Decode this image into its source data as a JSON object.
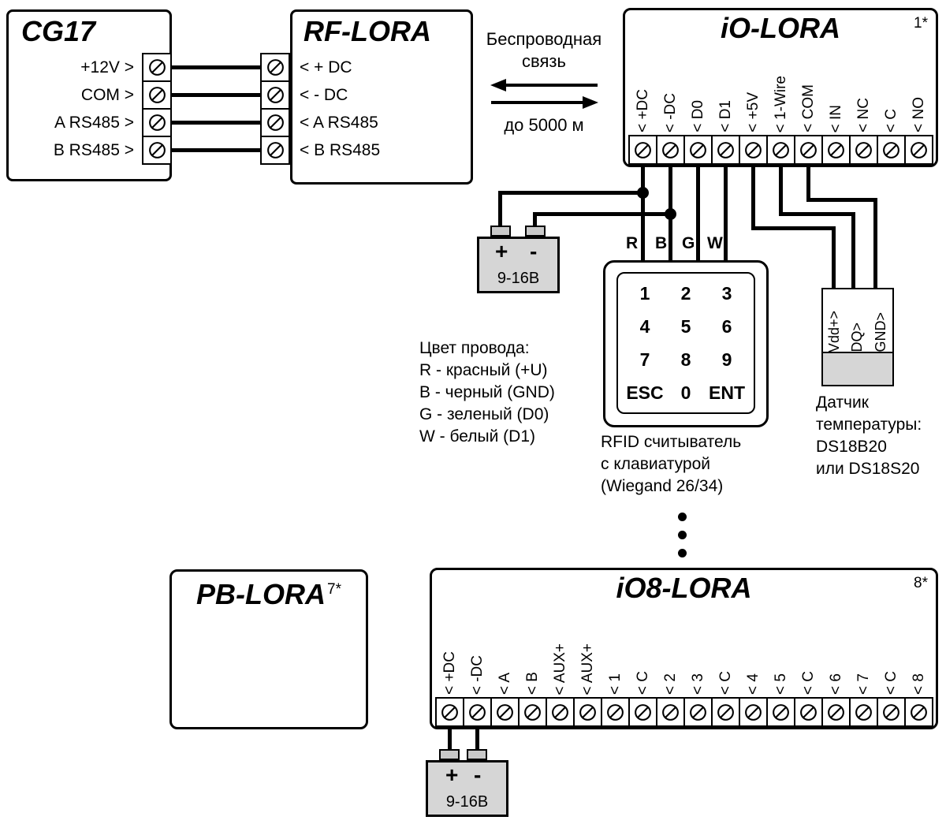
{
  "cg17": {
    "title": "CG17",
    "terminals": [
      "+12V >",
      "COM >",
      "A RS485 >",
      "B RS485 >"
    ]
  },
  "rf_lora": {
    "title": "RF-LORA",
    "terminals": [
      "< + DC",
      "< - DC",
      "< A RS485",
      "< B RS485"
    ]
  },
  "wireless": {
    "lines": [
      "Беспроводная",
      "связь"
    ],
    "range": "до 5000 м"
  },
  "io_lora": {
    "title": "iO-LORA",
    "note": "1*",
    "terminals": [
      "< +DC",
      "< -DC",
      "< D0",
      "< D1",
      "< +5V",
      "< 1-Wire",
      "< COM",
      "< IN",
      "< NC",
      "< C",
      "< NO"
    ]
  },
  "psu1": {
    "plus": "+",
    "minus": "-",
    "voltage": "9-16В"
  },
  "wire_tags": [
    "R",
    "B",
    "G",
    "W"
  ],
  "legend": {
    "title": "Цвет провода:",
    "items": [
      "R - красный (+U)",
      "B - черный (GND)",
      "G - зеленый (D0)",
      "W - белый (D1)"
    ]
  },
  "keypad": {
    "keys": [
      "1",
      "2",
      "3",
      "4",
      "5",
      "6",
      "7",
      "8",
      "9",
      "ESC",
      "0",
      "ENT"
    ],
    "caption": [
      "RFID считыватель",
      "с клавиатурой",
      "(Wiegand 26/34)"
    ]
  },
  "sensor": {
    "pins": [
      "Vdd+>",
      "DQ>",
      "GND>"
    ],
    "caption": [
      "Датчик",
      "температуры:",
      "DS18B20",
      "или DS18S20"
    ]
  },
  "pb_lora": {
    "title": "PB-LORA",
    "note": "7*"
  },
  "io8_lora": {
    "title": "iO8-LORA",
    "note": "8*",
    "terminals": [
      "< +DC",
      "< -DC",
      "< A",
      "< B",
      "< AUX+",
      "< AUX+",
      "< 1",
      "< C",
      "< 2",
      "< 3",
      "< C",
      "< 4",
      "< 5",
      "< C",
      "< 6",
      "< 7",
      "< C",
      "< 8"
    ]
  },
  "psu2": {
    "plus": "+",
    "minus": "-",
    "voltage": "9-16В"
  }
}
